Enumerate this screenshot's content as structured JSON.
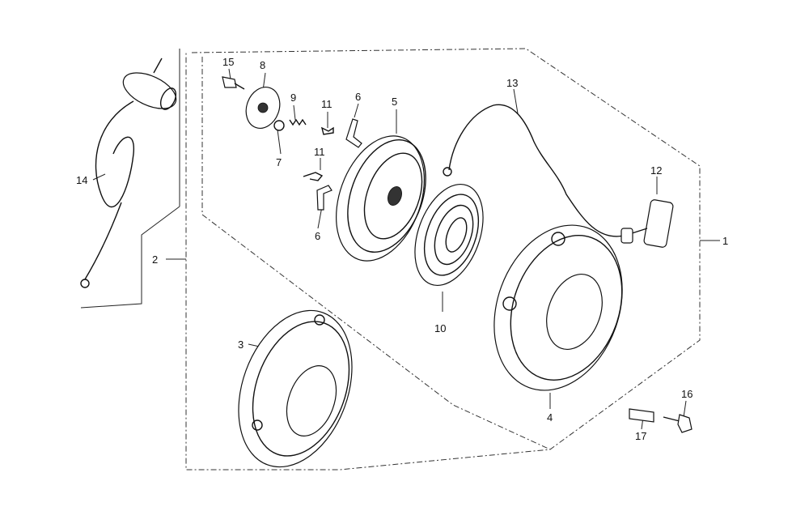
{
  "labels": {
    "l1": "1",
    "l2": "2",
    "l3": "3",
    "l4": "4",
    "l5": "5",
    "l6a": "6",
    "l6b": "6",
    "l7": "7",
    "l8": "8",
    "l9": "9",
    "l10": "10",
    "l11a": "11",
    "l11b": "11",
    "l12": "12",
    "l13": "13",
    "l14": "14",
    "l15": "15",
    "l16": "16",
    "l17": "17"
  }
}
